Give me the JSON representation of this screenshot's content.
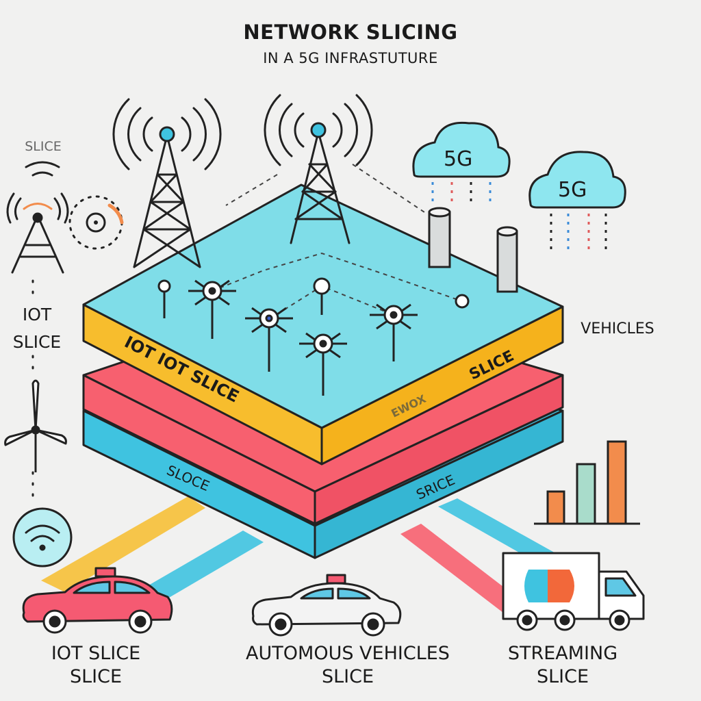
{
  "header": {
    "title": "NETWORK SLICING",
    "subtitle": "IN A 5G INFRASTUTURE"
  },
  "side": {
    "slice_label": "SLICE",
    "iot_label_line1": "IOT",
    "iot_label_line2": "SLICE",
    "vehicles_label": "VEHICLES"
  },
  "layers": {
    "top_left_label": "IOT  IOT SLICE",
    "top_right_label": "SLICE",
    "top_right_faint": "EWOX",
    "bottom_left_label": "SLOCE",
    "bottom_right_label": "SRICE"
  },
  "clouds": [
    {
      "label": "5G"
    },
    {
      "label": "5G"
    }
  ],
  "bottom": {
    "left_line1": "IOT SLICE",
    "left_line2": "SLICE",
    "mid_line1": "AUTOMOUS VEHICLES",
    "mid_line2": "SLICE",
    "right_line1": "STREAMING",
    "right_line2": "SLICE"
  },
  "colors": {
    "top_slab": "#7fdde8",
    "yellow_band": "#f7bd2d",
    "red_band": "#f7606f",
    "blue_band": "#3fc3e0",
    "car_red": "#f55a72",
    "cloud": "#8ee6ef",
    "bar_orange": "#f28c4c",
    "bar_green": "#a9dccb",
    "outline": "#222222"
  }
}
